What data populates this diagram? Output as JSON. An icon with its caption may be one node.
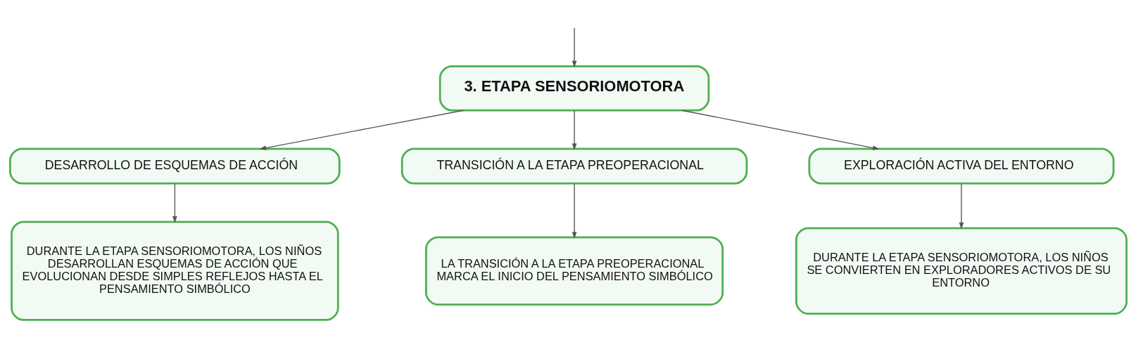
{
  "diagram": {
    "nodes": [
      {
        "text": [
          "3. ETAPA SENSORIOMOTORA"
        ]
      },
      {
        "text": [
          "DESARROLLO DE ESQUEMAS DE ACCIÓN"
        ]
      },
      {
        "text": [
          "TRANSICIÓN A LA ETAPA PREOPERACIONAL"
        ]
      },
      {
        "text": [
          "EXPLORACIÓN ACTIVA DEL ENTORNO"
        ]
      },
      {
        "text": [
          "DURANTE LA ETAPA SENSORIOMOTORA, LOS NIÑOS DESARROLLAN ESQUEMAS DE ACCIÓN QUE EVOLUCIONAN DESDE SIMPLES REFLEJOS HASTA EL PENSAMIENTO SIMBÓLICO"
        ]
      },
      {
        "text": [
          "LA TRANSICIÓN A LA ETAPA PREOPERACIONAL MARCA EL INICIO DEL PENSAMIENTO SIMBÓLICO"
        ]
      },
      {
        "text": [
          "DURANTE LA ETAPA SENSORIOMOTORA, LOS NIÑOS SE CONVIERTEN EN EXPLORADORES ACTIVOS DE SU ENTORNO"
        ]
      }
    ],
    "edges": [
      {
        "from": null,
        "to": 0,
        "arrow": "to"
      },
      {
        "from": 0,
        "to": 1,
        "arrow": "to"
      },
      {
        "from": 0,
        "to": 2,
        "arrow": "to"
      },
      {
        "from": 0,
        "to": 3,
        "arrow": "to"
      },
      {
        "from": 1,
        "to": 4,
        "arrow": "to"
      },
      {
        "from": 2,
        "to": 5,
        "arrow": "to"
      },
      {
        "from": 3,
        "to": 6,
        "arrow": "to"
      }
    ]
  }
}
